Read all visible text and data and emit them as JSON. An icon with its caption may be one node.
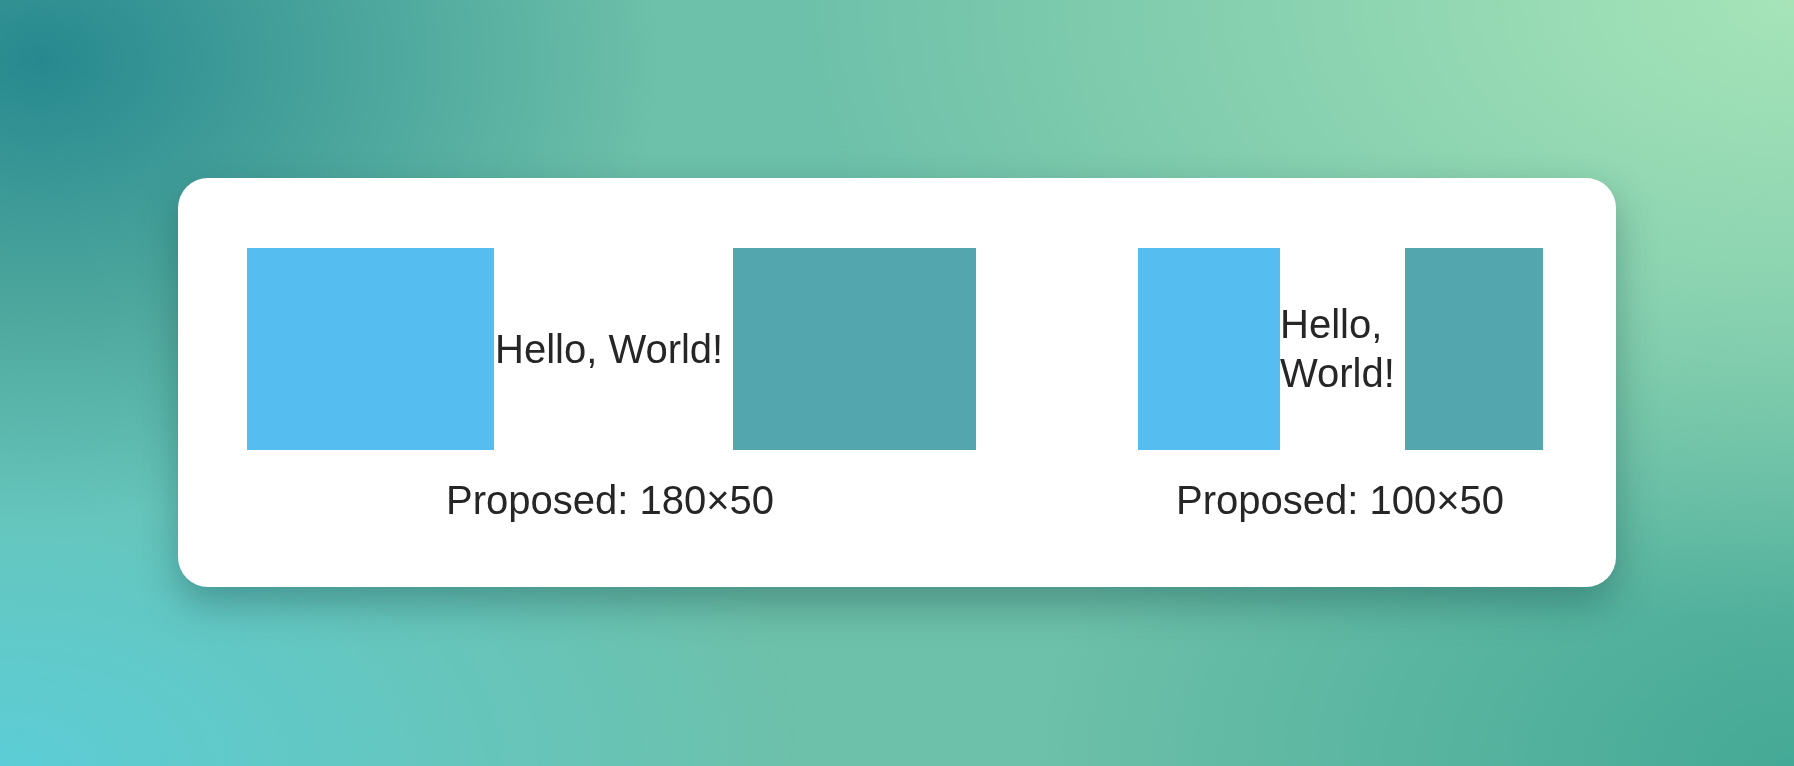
{
  "diagram": {
    "nodes": [
      {
        "text": [],
        "shape": "box"
      },
      {
        "text": [],
        "shape": "box"
      },
      {
        "text": [],
        "shape": "box"
      },
      {
        "text": [],
        "shape": "box"
      }
    ],
    "labels": [
      "Hello, World!",
      "Proposed: 180×50",
      "Hello, World!",
      "Proposed: 100×50"
    ]
  }
}
